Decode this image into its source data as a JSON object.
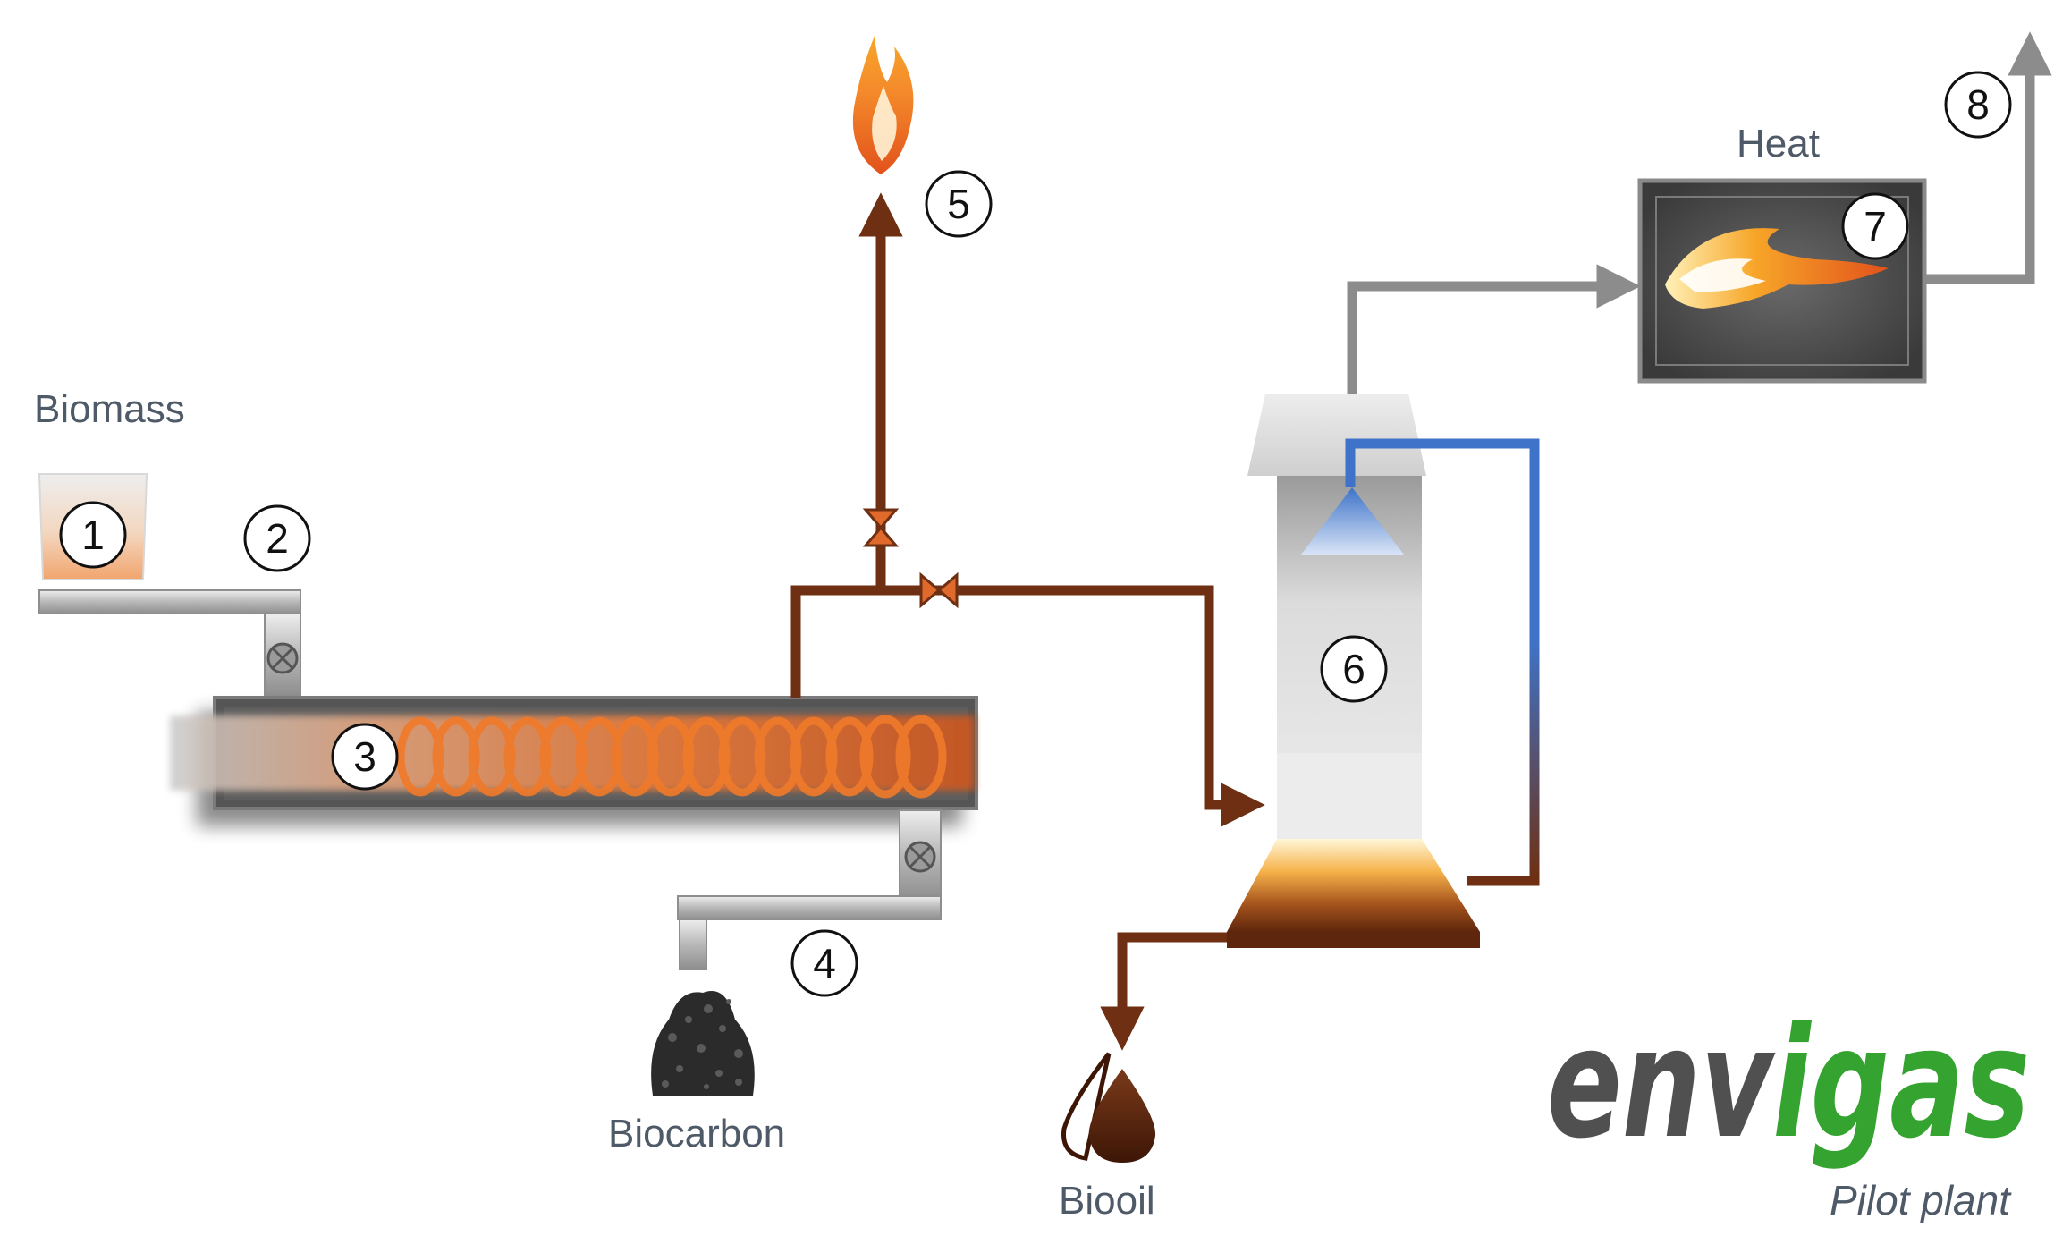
{
  "labels": {
    "biomass": "Biomass",
    "heat": "Heat",
    "biocarbon": "Biocarbon",
    "biooil": "Biooil"
  },
  "markers": [
    "1",
    "2",
    "3",
    "4",
    "5",
    "6",
    "7",
    "8"
  ],
  "logo": {
    "part1": "env",
    "part2": "igas",
    "subtitle": "Pilot plant"
  },
  "colors": {
    "pipe_brown": "#6e2f12",
    "pipe_gray": "#8c8c8c",
    "pipe_blue": "#3f73c9",
    "valve": "#e06a2b",
    "logo_gray": "#505050",
    "logo_green": "#35a32f"
  }
}
